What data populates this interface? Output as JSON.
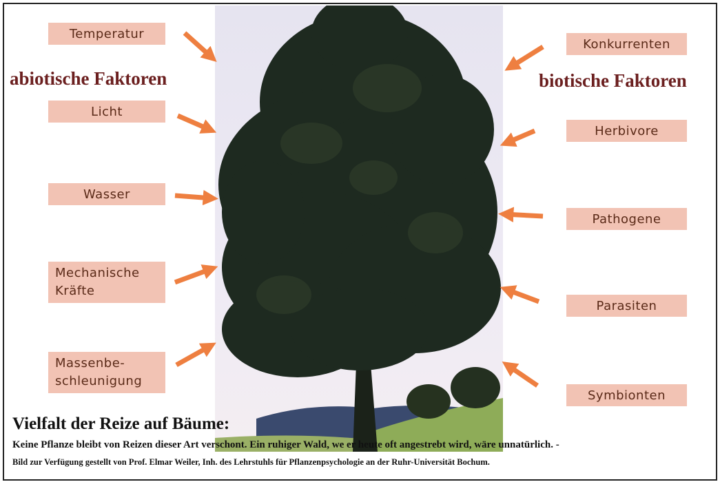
{
  "abiotic": {
    "title": "abiotische Faktoren",
    "items": [
      {
        "line1": "Temperatur"
      },
      {
        "line1": "Licht"
      },
      {
        "line1": "Wasser"
      },
      {
        "line1": "Mechanische",
        "line2": "Kräfte"
      },
      {
        "line1": "Massenbe-",
        "line2": "schleunigung"
      }
    ]
  },
  "biotic": {
    "title": "biotische Faktoren",
    "items": [
      {
        "line1": "Konkurrenten"
      },
      {
        "line1": "Herbivore"
      },
      {
        "line1": "Pathogene"
      },
      {
        "line1": "Parasiten"
      },
      {
        "line1": "Symbionten"
      }
    ]
  },
  "caption": {
    "title": "Vielfalt der Reize auf Bäume:",
    "text": "Keine Pflanze bleibt von Reizen dieser Art verschont. Ein ruhiger Wald, we er heute oft angestrebt wird, wäre unnatürlich. -",
    "credit": "Bild zur Verfügung gestellt von Prof. Elmar Weiler, Inh. des Lehrstuhls für Pflanzenpsychologie an der Ruhr-Universität Bochum."
  },
  "colors": {
    "label_bg": "#f2c3b4",
    "arrow": "#ee7f40",
    "title": "#6b1f1f",
    "tree": "#1e2a20",
    "sky": "#e8e6f2"
  }
}
